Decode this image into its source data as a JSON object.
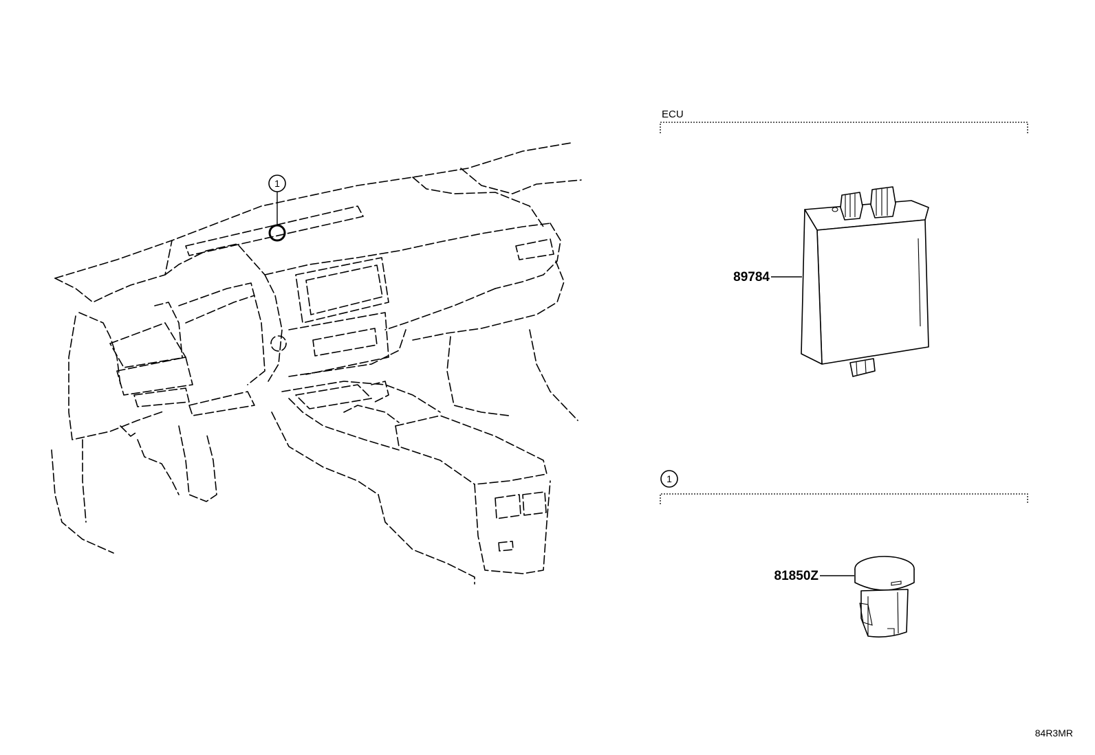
{
  "groups": {
    "ecu_label": "ECU",
    "sensor_group_marker": "1"
  },
  "callouts": {
    "location_marker": "1"
  },
  "parts": [
    {
      "number": "89784",
      "icon": "ecu-module-icon"
    },
    {
      "number": "81850Z",
      "icon": "sensor-icon"
    }
  ],
  "diagram_code": "84R3MR"
}
